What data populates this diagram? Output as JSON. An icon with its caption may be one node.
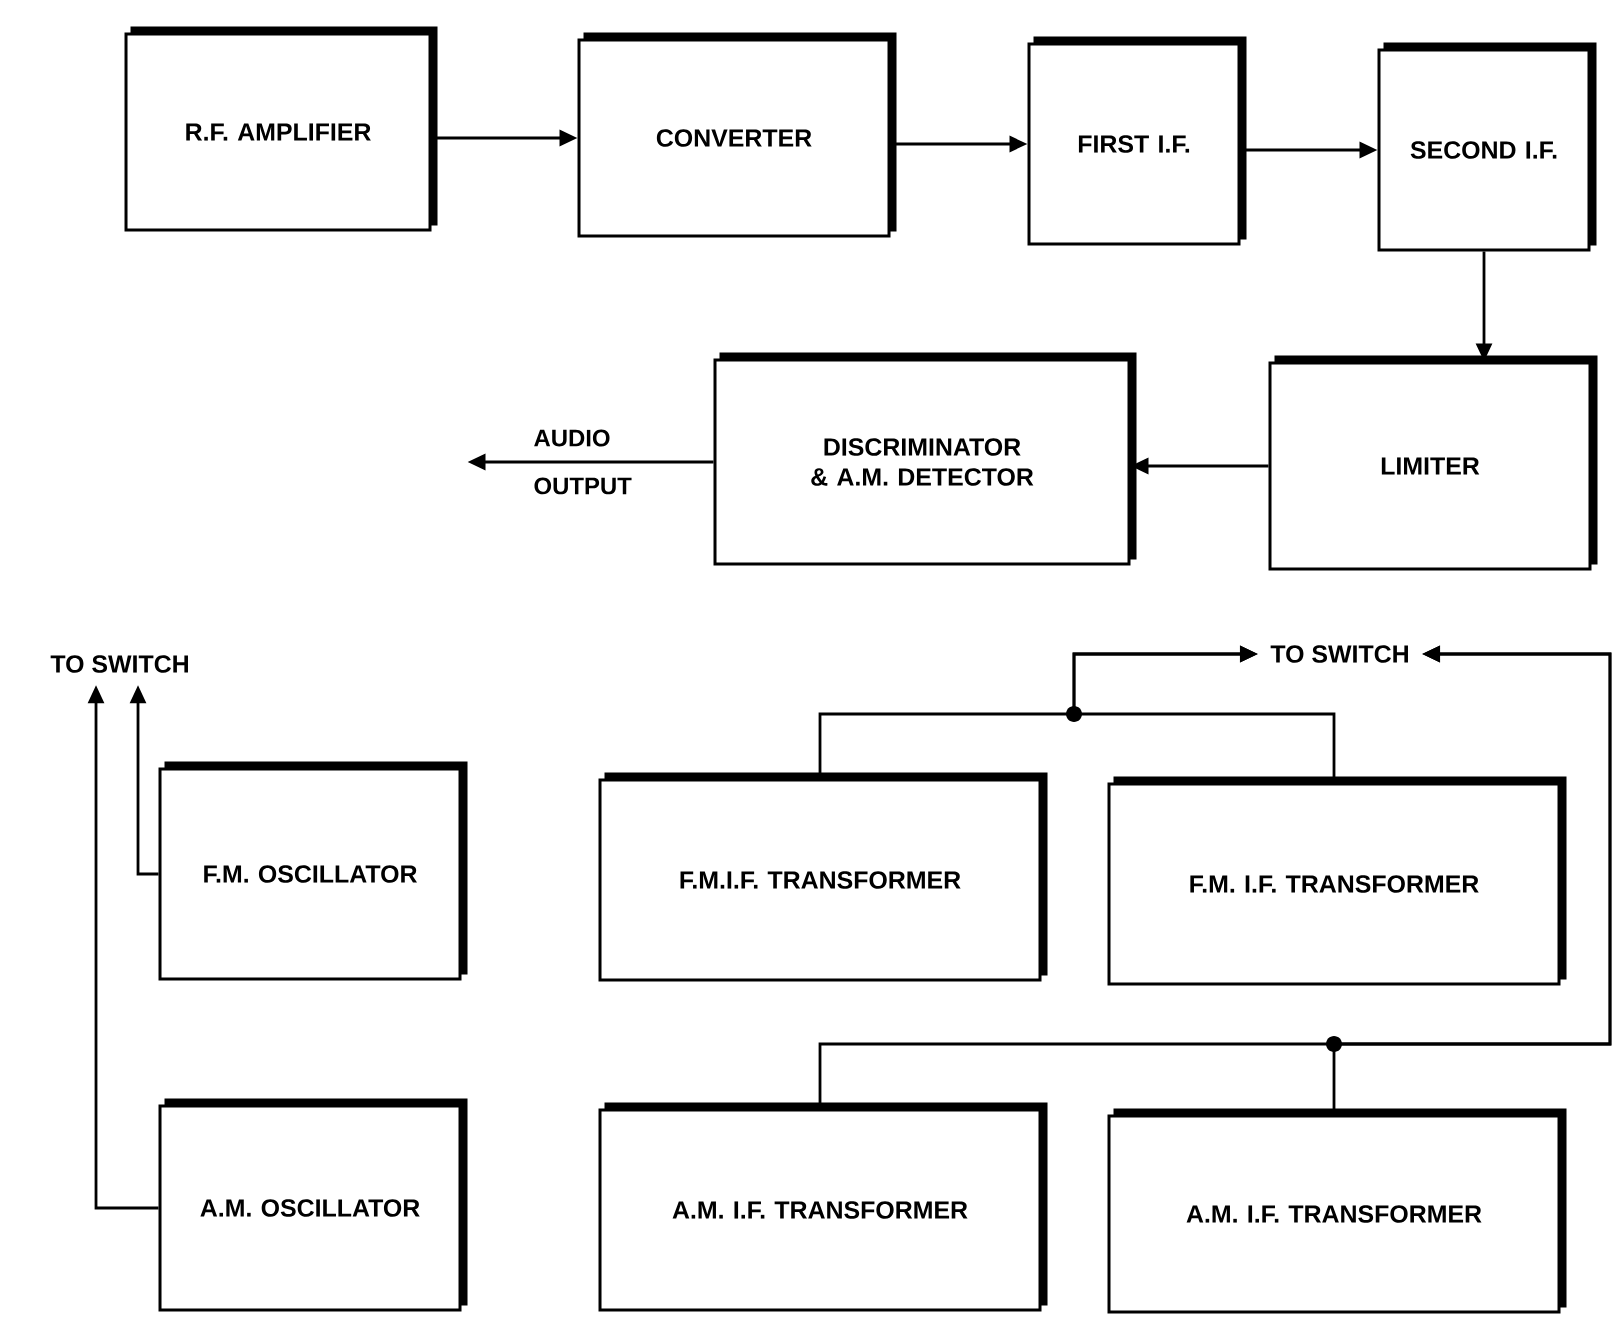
{
  "diagram": {
    "nodes": [
      {
        "text": [
          "R.F. AMPLIFIER"
        ]
      },
      {
        "text": [
          "CONVERTER"
        ]
      },
      {
        "text": [
          "FIRST I.F."
        ]
      },
      {
        "text": [
          "SECOND I.F."
        ]
      },
      {
        "text": [
          "LIMITER"
        ]
      },
      {
        "text": [
          "DISCRIMINATOR & A.M. DETECTOR"
        ]
      },
      {
        "text": [
          "TO SWITCH"
        ]
      },
      {
        "text": [
          "F.M. OSCILLATOR"
        ]
      },
      {
        "text": [
          "A.M. OSCILLATOR"
        ]
      },
      {
        "text": [
          "TO SWITCH"
        ]
      },
      {
        "text": [
          "F.M.I.F. TRANSFORMER"
        ]
      },
      {
        "text": [
          "F.M. I.F. TRANSFORMER"
        ]
      },
      {
        "text": [
          "A.M. I.F. TRANSFORMER"
        ]
      },
      {
        "text": [
          "A.M. I.F. TRANSFORMER"
        ]
      }
    ],
    "edges": [
      {
        "from": 0,
        "to": 1,
        "arrow": "to"
      },
      {
        "from": 1,
        "to": 2,
        "arrow": "to"
      },
      {
        "from": 2,
        "to": 3,
        "arrow": "to"
      },
      {
        "from": 3,
        "to": 4,
        "arrow": "to"
      },
      {
        "from": 4,
        "to": 5,
        "arrow": "to"
      },
      {
        "from": 5,
        "to": null,
        "arrow": "to",
        "label": "AUDIO OUTPUT"
      },
      {
        "from": 7,
        "to": 6,
        "arrow": "to"
      },
      {
        "from": 8,
        "to": 6,
        "arrow": "to"
      },
      {
        "from": 10,
        "to": 9,
        "arrow": "to"
      },
      {
        "from": 11,
        "to": 9,
        "arrow": "to"
      },
      {
        "from": 12,
        "to": 9,
        "arrow": "to"
      },
      {
        "from": 13,
        "to": 9,
        "arrow": "to"
      }
    ]
  }
}
